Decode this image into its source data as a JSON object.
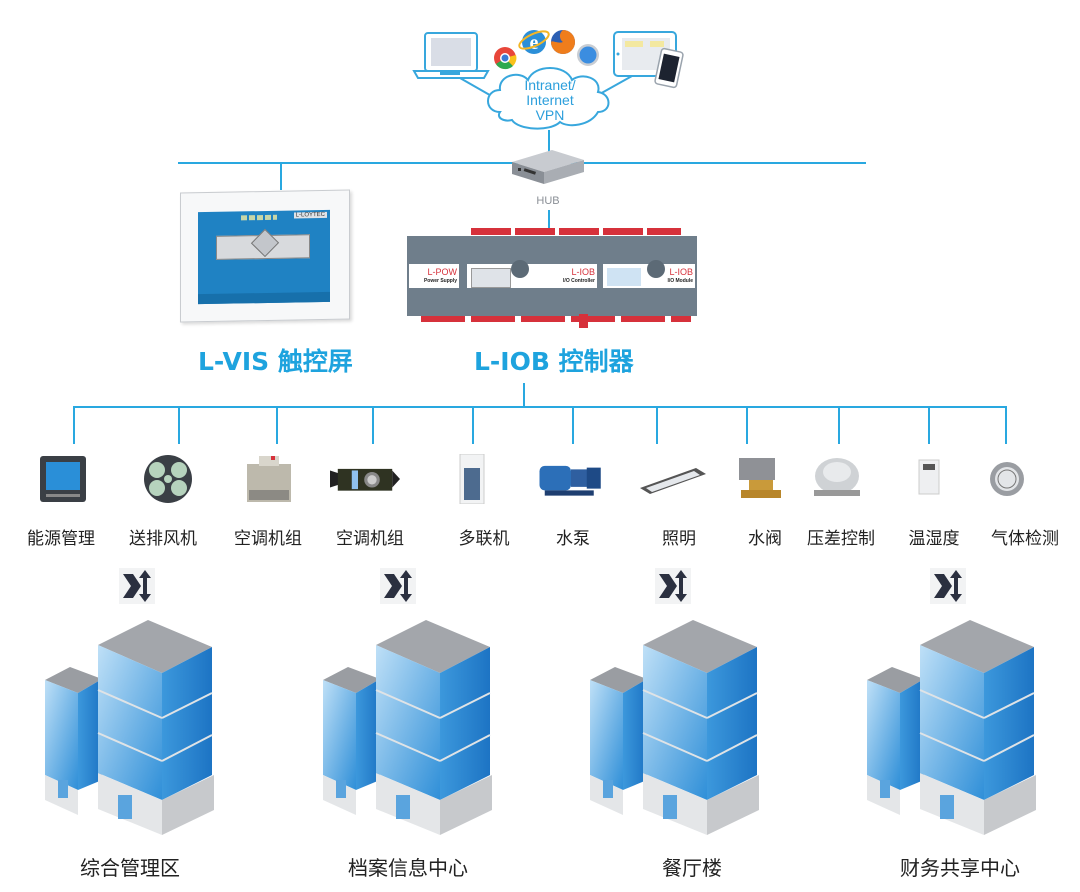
{
  "network": {
    "cloud_line1": "Intranet/",
    "cloud_line2": "Internet",
    "cloud_line3": "VPN",
    "clients": [
      "laptop-icon",
      "chrome-icon",
      "ie-icon",
      "firefox-icon",
      "safari-icon",
      "tablet-icon",
      "phone-icon"
    ],
    "hub_label": "HUB"
  },
  "touchscreen": {
    "brand": "L-LOYTEC",
    "title": "L-VIS 触控屏"
  },
  "controller": {
    "modules": [
      {
        "name": "L-POW",
        "sub": "Power Supply"
      },
      {
        "name": "L-IOB",
        "sub": "I/O Controller"
      },
      {
        "name": "L-IOB",
        "sub": "I/O Module"
      }
    ],
    "title": "L-IOB 控制器"
  },
  "devices": [
    {
      "label": "能源管理",
      "icon": "energy-meter-icon"
    },
    {
      "label": "送排风机",
      "icon": "exhaust-fan-icon"
    },
    {
      "label": "空调机组",
      "icon": "cooling-tower-icon"
    },
    {
      "label": "空调机组",
      "icon": "air-handler-icon"
    },
    {
      "label": "多联机",
      "icon": "vrf-unit-icon"
    },
    {
      "label": "水泵",
      "icon": "water-pump-icon"
    },
    {
      "label": "照明",
      "icon": "light-fixture-icon"
    },
    {
      "label": "水阀",
      "icon": "water-valve-icon"
    },
    {
      "label": "压差控制",
      "icon": "pressure-switch-icon"
    },
    {
      "label": "温湿度",
      "icon": "humidity-sensor-icon"
    },
    {
      "label": "气体检测",
      "icon": "gas-detector-icon"
    }
  ],
  "buildings": [
    {
      "label": "综合管理区"
    },
    {
      "label": "档案信息中心"
    },
    {
      "label": "餐厅楼"
    },
    {
      "label": "财务共享中心"
    }
  ],
  "colors": {
    "accent": "#1ea3de",
    "line": "#29a8e0",
    "glass": "#2f8fd8"
  }
}
